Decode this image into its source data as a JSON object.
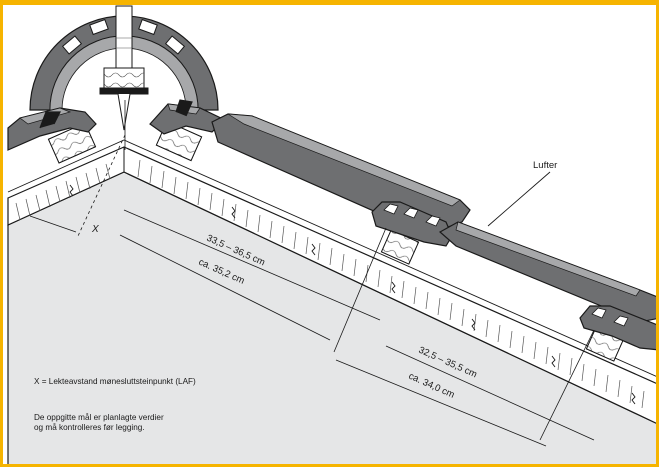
{
  "labels": {
    "lufter": "Lufter",
    "x_marker": "X",
    "dim_upper_1": "33,5 – 36,5 cm",
    "dim_lower_1": "ca. 35,2 cm",
    "dim_upper_2": "32,5 – 35,5 cm",
    "dim_lower_2": "ca. 34,0 cm"
  },
  "notes": {
    "legend": "X = Lekteavstand mønesluttsteinpunkt (LAF)",
    "disclaimer_line1": "De oppgitte mål er planlagte verdier",
    "disclaimer_line2": "og må kontrolleres før legging."
  },
  "colors": {
    "border": "#f6b400",
    "roof_fill": "#e5e6e7",
    "tile_dark": "#6e6f71",
    "tile_light": "#a7a8aa",
    "line": "#1a1a1a"
  }
}
